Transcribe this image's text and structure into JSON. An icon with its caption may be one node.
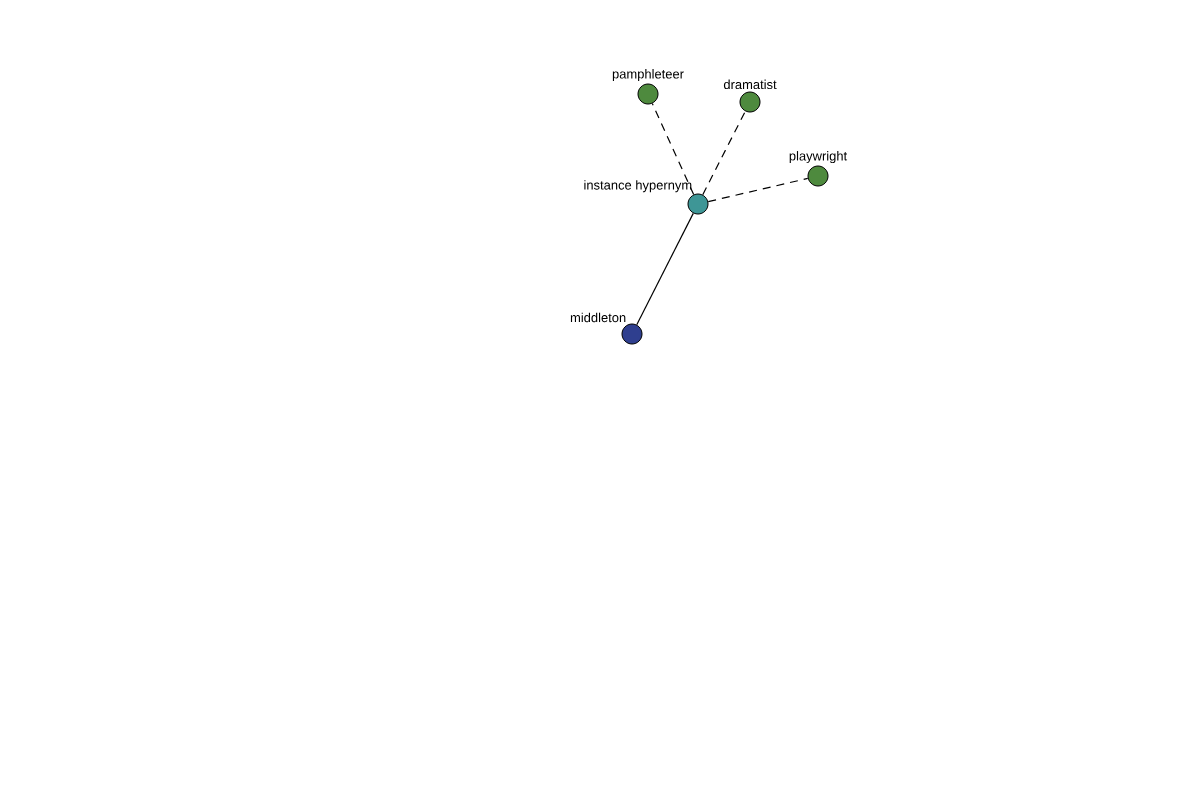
{
  "diagram": {
    "nodes": [
      {
        "text": [
          "pamphleteer"
        ]
      },
      {
        "text": [
          "dramatist"
        ]
      },
      {
        "text": [
          "playwright"
        ]
      },
      {
        "text": [
          "instance hypernym"
        ]
      },
      {
        "text": [
          "middleton"
        ]
      }
    ],
    "edges": [
      {
        "from": 4,
        "to": 3,
        "arrow": "none"
      },
      {
        "from": 3,
        "to": 0,
        "arrow": "none",
        "style": "dashed"
      },
      {
        "from": 3,
        "to": 1,
        "arrow": "none",
        "style": "dashed"
      },
      {
        "from": 3,
        "to": 2,
        "arrow": "none",
        "style": "dashed"
      }
    ]
  }
}
